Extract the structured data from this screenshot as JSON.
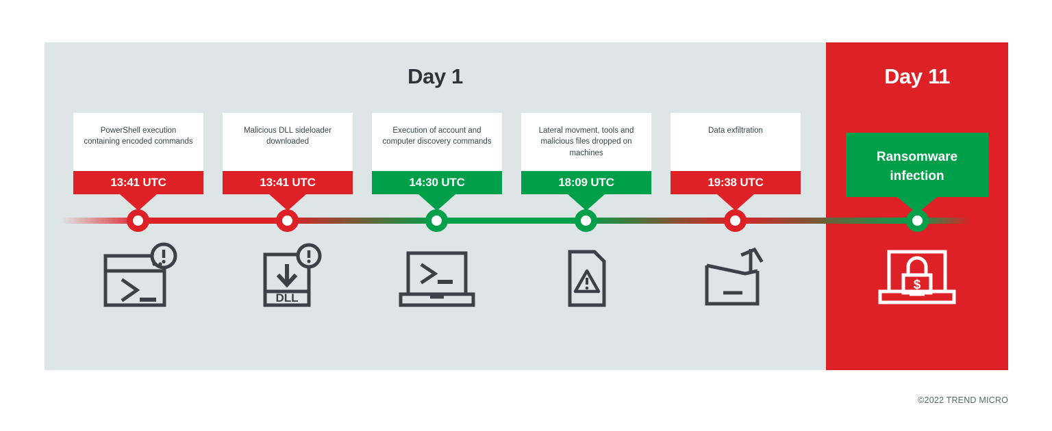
{
  "figure": {
    "title_left": "Day 1",
    "title_right": "Day 11",
    "copyright": "©2022 TREND MICRO"
  },
  "colors": {
    "panel_left_bg": "#dde5e6",
    "panel_right_bg": "#de2027",
    "red": "#de2027",
    "green": "#00a04b",
    "card_bg": "#ffffff",
    "body_text": "#3a4145",
    "icon_stroke": "#3a4247",
    "heading_dark": "#2c3539"
  },
  "chart_data": {
    "type": "timeline",
    "title": "Day 1",
    "xlabel": "",
    "ylabel": "",
    "legend": [],
    "grid": false,
    "segments": [
      {
        "name": "Day 1",
        "label": "Day 1",
        "color": "#dde5e6"
      },
      {
        "name": "Day 11",
        "label": "Day 11",
        "color": "#de2027"
      }
    ],
    "events": [
      {
        "order": 1,
        "description": "PowerShell execution containing encoded commands",
        "time": "13:41 UTC",
        "severity": "red",
        "day": "Day 1",
        "icon": "terminal-window-alert-icon"
      },
      {
        "order": 2,
        "description": "Malicious DLL sideloader downloaded",
        "time": "13:41 UTC",
        "severity": "red",
        "day": "Day 1",
        "icon": "dll-download-alert-icon"
      },
      {
        "order": 3,
        "description": "Execution of account and computer discovery commands",
        "time": "14:30 UTC",
        "severity": "green",
        "day": "Day 1",
        "icon": "laptop-terminal-icon"
      },
      {
        "order": 4,
        "description": "Lateral movment, tools and malicious files dropped on machines",
        "time": "18:09 UTC",
        "severity": "green",
        "day": "Day 1",
        "icon": "document-warning-icon"
      },
      {
        "order": 5,
        "description": "Data exfiltration",
        "time": "19:38 UTC",
        "severity": "red",
        "day": "Day 1",
        "icon": "data-exfiltration-folder-icon"
      },
      {
        "order": 6,
        "description": "Ransomware infection",
        "time": "",
        "severity": "green",
        "day": "Day 11",
        "icon": "laptop-lock-money-icon"
      }
    ]
  }
}
